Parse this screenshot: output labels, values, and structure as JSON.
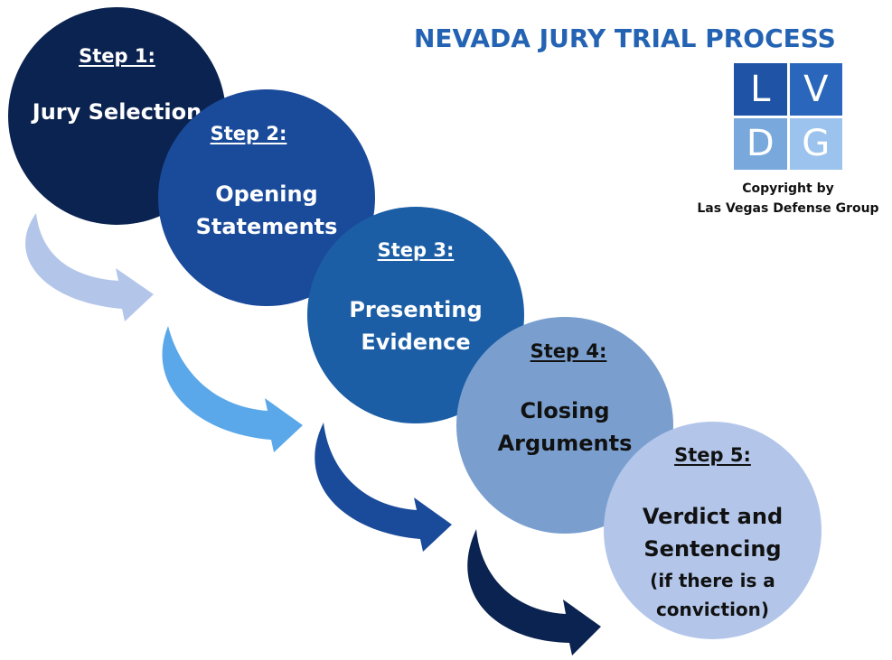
{
  "title": "NEVADA JURY TRIAL PROCESS",
  "logo": {
    "letters": [
      "L",
      "V",
      "D",
      "G"
    ]
  },
  "copyright": {
    "line1": "Copyright by",
    "line2": "Las Vegas Defense Group"
  },
  "steps": [
    {
      "label": "Step 1:",
      "title_lines": [
        "Jury Selection"
      ]
    },
    {
      "label": "Step 2:",
      "title_lines": [
        "Opening",
        "Statements"
      ]
    },
    {
      "label": "Step 3:",
      "title_lines": [
        "Presenting",
        "Evidence"
      ]
    },
    {
      "label": "Step 4:",
      "title_lines": [
        "Closing",
        "Arguments"
      ]
    },
    {
      "label": "Step 5:",
      "title_lines": [
        "Verdict and",
        "Sentencing"
      ],
      "note_lines": [
        "(if there is a",
        "conviction)"
      ]
    }
  ],
  "arrows": [
    {
      "from": "Step 1",
      "to": "Step 2",
      "color": "#b3c6ea"
    },
    {
      "from": "Step 2",
      "to": "Step 3",
      "color": "#5aa8ea"
    },
    {
      "from": "Step 3",
      "to": "Step 4",
      "color": "#1a4a9a"
    },
    {
      "from": "Step 4",
      "to": "Step 5",
      "color": "#0b2350"
    }
  ]
}
